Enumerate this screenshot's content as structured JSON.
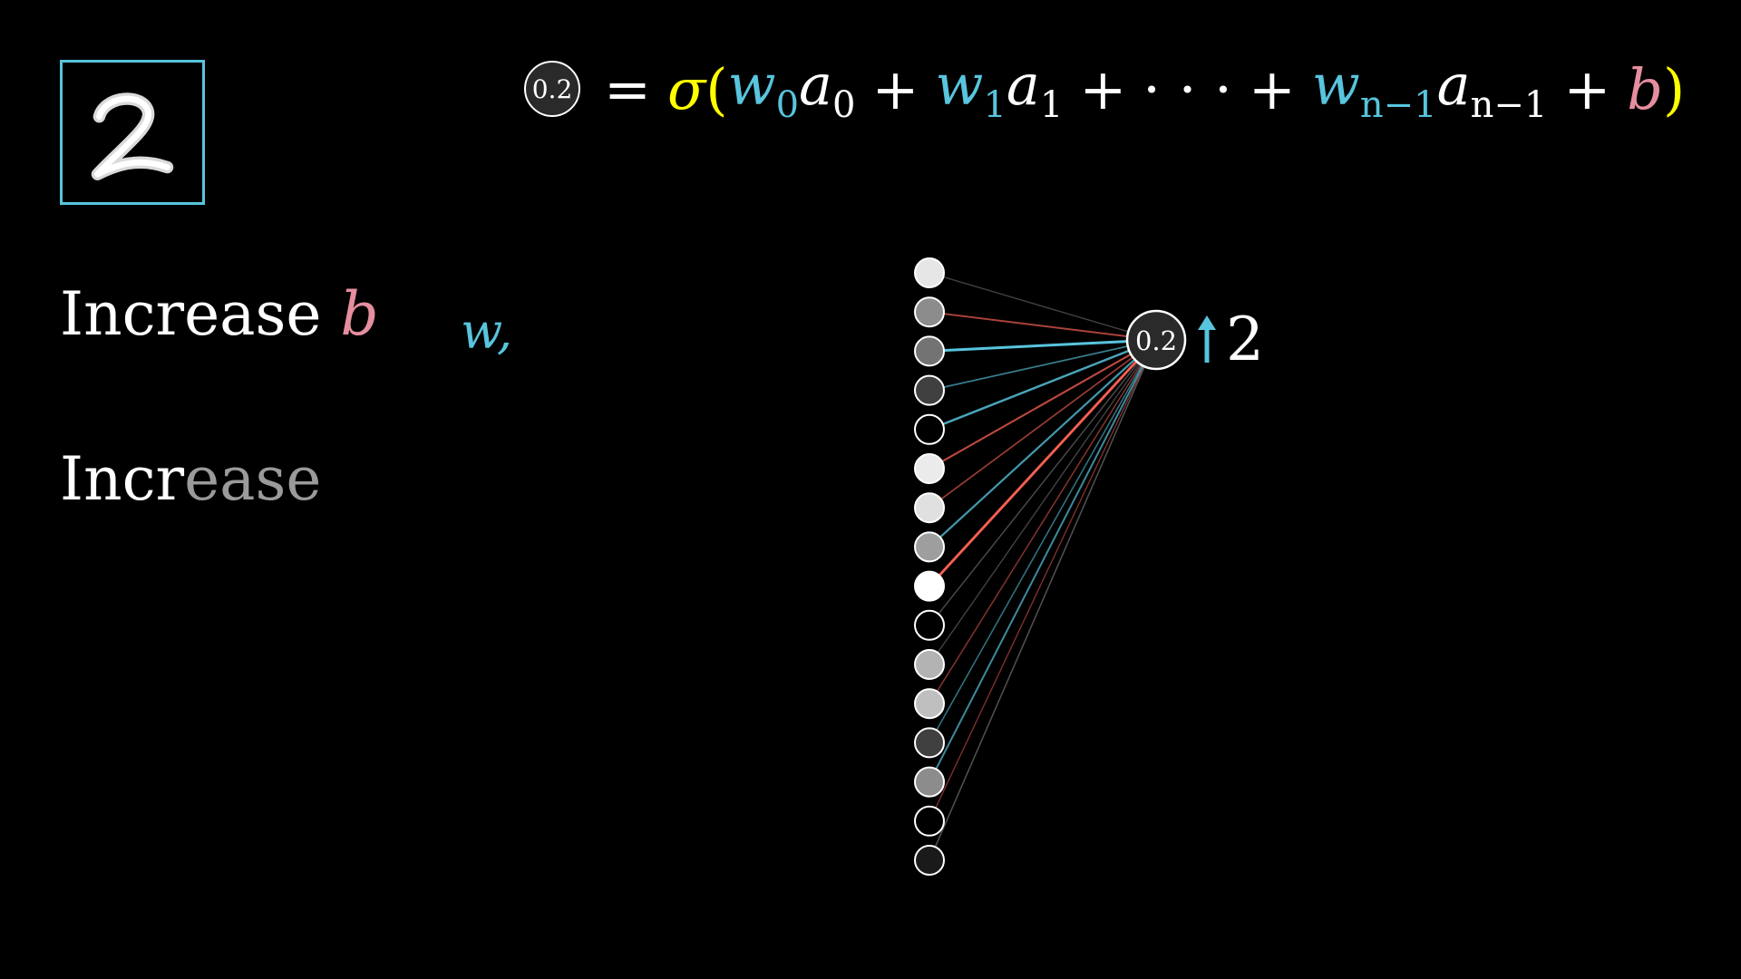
{
  "digit": "2",
  "equation": {
    "node_value": "0.2",
    "equals": "=",
    "sigma": "σ",
    "open_paren": "(",
    "close_paren": ")",
    "w0": "w",
    "w0_sub": "0",
    "a0": "a",
    "a0_sub": "0",
    "w1": "w",
    "w1_sub": "1",
    "a1": "a",
    "a1_sub": "1",
    "dots": "· · ·",
    "wn": "w",
    "wn_sub": "n−1",
    "an": "a",
    "an_sub": "n−1",
    "plus": "+",
    "b": "b"
  },
  "left_labels": {
    "increase_b_text": "Increase",
    "increase_b_var": "b",
    "increase_w_text": "Incr",
    "increase_w_fade": "ease",
    "w_fragment": "w,"
  },
  "output_neuron": {
    "value": "0.2",
    "arrow": "up",
    "target_label": "2"
  },
  "input_neurons": {
    "brightness": [
      0.9,
      0.55,
      0.45,
      0.25,
      0.0,
      0.92,
      0.88,
      0.62,
      1.0,
      0.0,
      0.7,
      0.75,
      0.25,
      0.55,
      0.0,
      0.1
    ]
  },
  "connections": [
    {
      "color": "#888888",
      "strength": 0.25
    },
    {
      "color": "#fc6255",
      "strength": 0.5
    },
    {
      "color": "#58c4dd",
      "strength": 1.0
    },
    {
      "color": "#58c4dd",
      "strength": 0.45
    },
    {
      "color": "#58c4dd",
      "strength": 0.75
    },
    {
      "color": "#fc6255",
      "strength": 0.6
    },
    {
      "color": "#fc6255",
      "strength": 0.4
    },
    {
      "color": "#58c4dd",
      "strength": 0.65
    },
    {
      "color": "#fc6255",
      "strength": 0.95
    },
    {
      "color": "#888888",
      "strength": 0.3
    },
    {
      "color": "#888888",
      "strength": 0.25
    },
    {
      "color": "#fc6255",
      "strength": 0.3
    },
    {
      "color": "#58c4dd",
      "strength": 0.35
    },
    {
      "color": "#58c4dd",
      "strength": 0.55
    },
    {
      "color": "#fc6255",
      "strength": 0.25
    },
    {
      "color": "#888888",
      "strength": 0.35
    }
  ],
  "colors": {
    "blue": "#58c4dd",
    "red": "#fc6255",
    "yellow": "#ffff00",
    "pink": "#e58ea0",
    "background": "#000000"
  }
}
